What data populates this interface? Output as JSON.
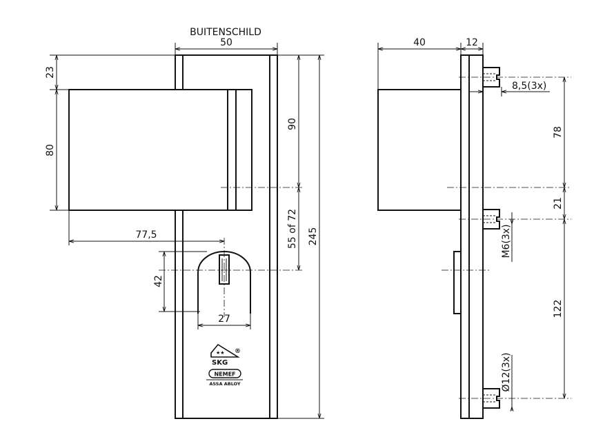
{
  "front_view": {
    "title": "BUITENSCHILD",
    "dim_width": "50",
    "dim_top": "23",
    "dim_handle_height": "80",
    "dim_handle_to_cylinder_x": "77,5",
    "dim_cylinder_height": "42",
    "dim_cylinder_width": "27",
    "dim_top_to_handle_axis": "90",
    "dim_center_distance": "55 of 72",
    "dim_total_height": "245",
    "logos": {
      "skg": "SKG",
      "skg_mark": "®",
      "nemef": "NEMEF",
      "assa": "ASSA ABLOY"
    }
  },
  "side_view": {
    "dim_handle_depth": "40",
    "dim_plate_thickness": "12",
    "dim_stud": "8,5(3x)",
    "dim_upper": "78",
    "dim_middle": "21",
    "dim_lower": "122",
    "thread_label": "M6(3x)",
    "diameter_label": "Ø12(3x)"
  }
}
